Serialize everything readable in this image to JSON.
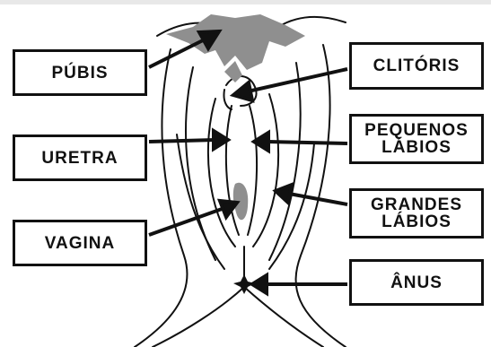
{
  "labels": {
    "pubis": "PÚBIS",
    "uretra": "URETRA",
    "vagina": "VAGINA",
    "clitoris": "CLITÓRIS",
    "pequenos_1": "PEQUENOS",
    "pequenos_2": "LÁBIOS",
    "grandes_1": "GRANDES",
    "grandes_2": "LÁBIOS",
    "anus": "ÂNUS"
  },
  "colors": {
    "ink": "#111111",
    "shade": "#8f8f8f",
    "background": "#ffffff"
  }
}
